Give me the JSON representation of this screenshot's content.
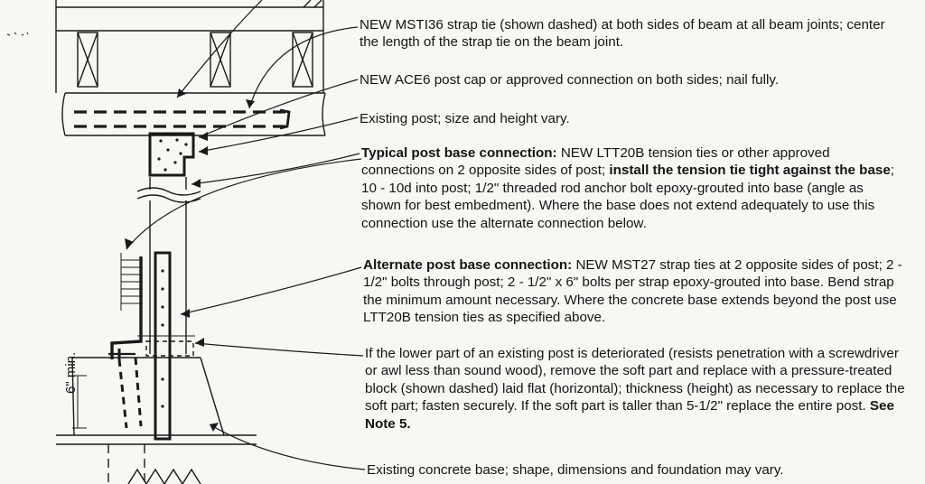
{
  "dimension_label": "6\" min.",
  "notes": {
    "strap_tie": "NEW MSTI36 strap tie (shown dashed) at both sides of beam at all beam joints; center the length of the strap tie on the beam joint.",
    "post_cap": "NEW ACE6 post cap or approved connection on both sides; nail fully.",
    "existing_post": "Existing post; size and height vary.",
    "typical_base": {
      "heading": "Typical post base connection:",
      "text1": " NEW LTT20B tension ties or other approved connections on 2 opposite sides of post; ",
      "bold": "install the tension tie tight against the base",
      "text2": "; 10 - 10d into post; 1/2\" threaded rod anchor bolt epoxy-grouted into base (angle as shown for best embedment). Where the base does not extend adequately to use this connection use the alternate connection below."
    },
    "alternate_base": {
      "heading": "Alternate post base connection:",
      "text": " NEW MST27 strap ties at 2 opposite sides of post; 2 - 1/2\" bolts through post; 2 - 1/2\" x 6\" bolts per strap epoxy-grouted into base. Bend strap the minimum amount necessary. Where the concrete base extends beyond the post use LTT20B tension ties as specified above."
    },
    "deteriorated": {
      "text": "If the lower part of an existing post is deteriorated (resists penetration with a screwdriver or awl less than sound wood), remove the soft part and replace with a pressure-treated block (shown dashed) laid flat (horizontal); thickness (height) as necessary to replace the soft part; fasten securely. If the soft part is taller than 5-1/2\" replace the entire post. ",
      "bold": "See Note 5."
    },
    "concrete_base": "Existing concrete base; shape, dimensions and foundation may vary."
  }
}
